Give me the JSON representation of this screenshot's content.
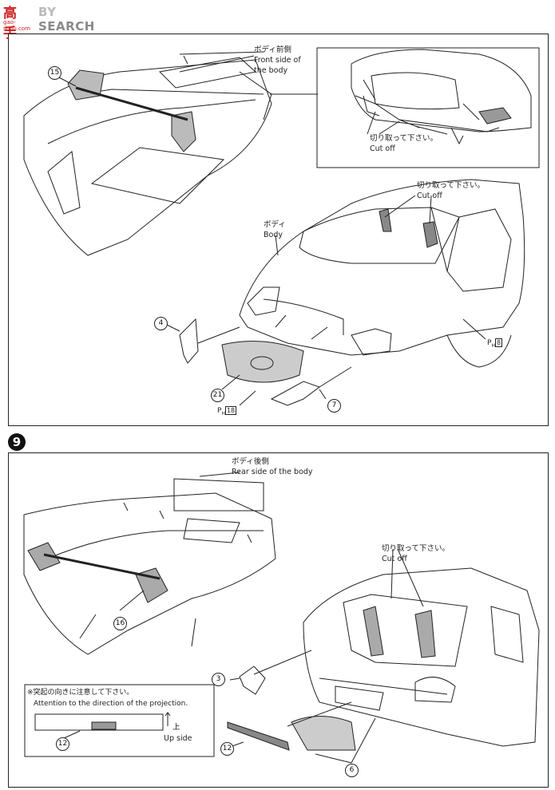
{
  "header": {
    "logo_chars": "高手",
    "brand_partial": "BY",
    "brand_name": "SEARCH",
    "url": "gao-shou.com"
  },
  "step8": {
    "top_label_jp": "ボディ前側",
    "top_label_en_1": "Front side of",
    "top_label_en_2": "the body",
    "inset_cut_jp": "切り取って下さい。",
    "inset_cut_en": "Cut off",
    "main_cut_jp": "切り取って下さい。",
    "main_cut_en": "Cut off",
    "body_jp": "ボディ",
    "body_en": "Body",
    "parts": [
      "15",
      "4",
      "21",
      "7"
    ],
    "refs": [
      {
        "prefix": "P",
        "sub": "H",
        "num": "8"
      },
      {
        "prefix": "P",
        "sub": "H",
        "num": "18"
      }
    ]
  },
  "step9": {
    "step_number": "9",
    "top_label_jp": "ボディ後側",
    "top_label_en": "Rear side of the body",
    "cut_jp": "切り取って下さい。",
    "cut_en": "Cut off",
    "note_jp": "※突起の向きに注意して下さい。",
    "note_en": "Attention to the direction of the projection.",
    "up_jp": "上",
    "up_en": "Up side",
    "parts": [
      "16",
      "3",
      "12",
      "12",
      "6"
    ]
  }
}
